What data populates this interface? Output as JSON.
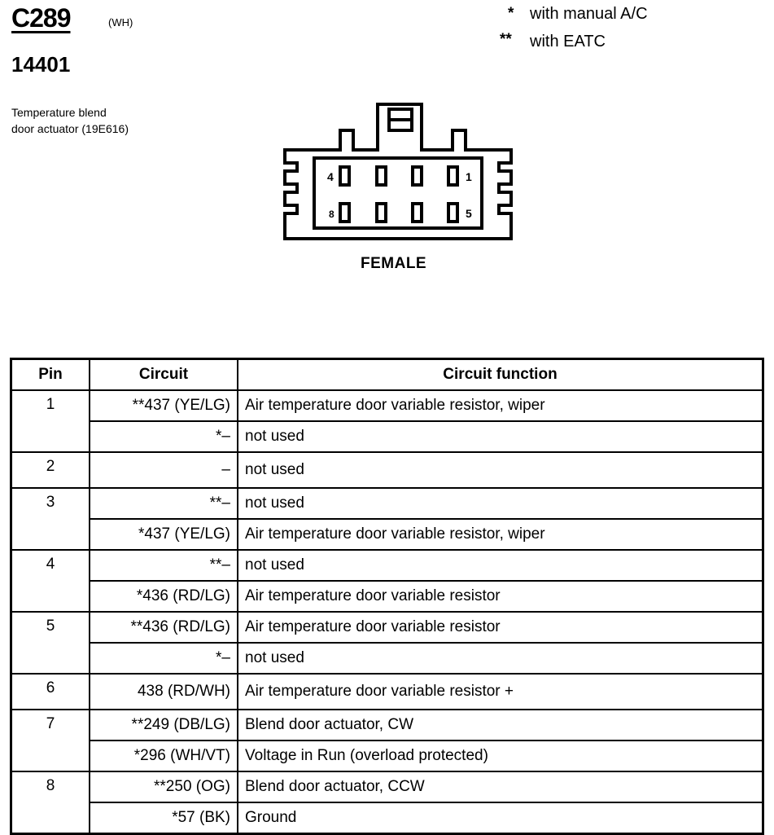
{
  "header": {
    "connector_id": "C289",
    "connector_color": "(WH)",
    "part_number": "14401",
    "description_line1": "Temperature blend",
    "description_line2": "door actuator (19E616)"
  },
  "legend": [
    {
      "symbol": "*",
      "text": "with manual A/C"
    },
    {
      "symbol": "**",
      "text": "with EATC"
    }
  ],
  "connector": {
    "gender": "FEMALE",
    "pin_labels": {
      "top_left": "4",
      "top_right": "1",
      "bottom_left": "8",
      "bottom_right": "5"
    }
  },
  "table": {
    "headers": {
      "pin": "Pin",
      "circuit": "Circuit",
      "function": "Circuit function"
    },
    "rows": [
      {
        "pin": "1",
        "circuit": "**437 (YE/LG)",
        "function": "Air temperature door variable resistor, wiper"
      },
      {
        "pin": "",
        "circuit": "*–",
        "function": "not used"
      },
      {
        "pin": "2",
        "circuit": "–",
        "function": "not used"
      },
      {
        "pin": "3",
        "circuit": "**–",
        "function": "not used"
      },
      {
        "pin": "",
        "circuit": "*437 (YE/LG)",
        "function": "Air temperature door variable resistor, wiper"
      },
      {
        "pin": "4",
        "circuit": "**–",
        "function": "not used"
      },
      {
        "pin": "",
        "circuit": "*436 (RD/LG)",
        "function": "Air temperature door variable resistor"
      },
      {
        "pin": "5",
        "circuit": "**436 (RD/LG)",
        "function": "Air temperature door variable resistor"
      },
      {
        "pin": "",
        "circuit": "*–",
        "function": "not used"
      },
      {
        "pin": "6",
        "circuit": "438 (RD/WH)",
        "function": "Air temperature door variable resistor +"
      },
      {
        "pin": "7",
        "circuit": "**249 (DB/LG)",
        "function": "Blend door actuator, CW"
      },
      {
        "pin": "",
        "circuit": "*296 (WH/VT)",
        "function": "Voltage in Run (overload protected)"
      },
      {
        "pin": "8",
        "circuit": "**250 (OG)",
        "function": "Blend door actuator, CCW"
      },
      {
        "pin": "",
        "circuit": "*57 (BK)",
        "function": "Ground"
      }
    ]
  }
}
